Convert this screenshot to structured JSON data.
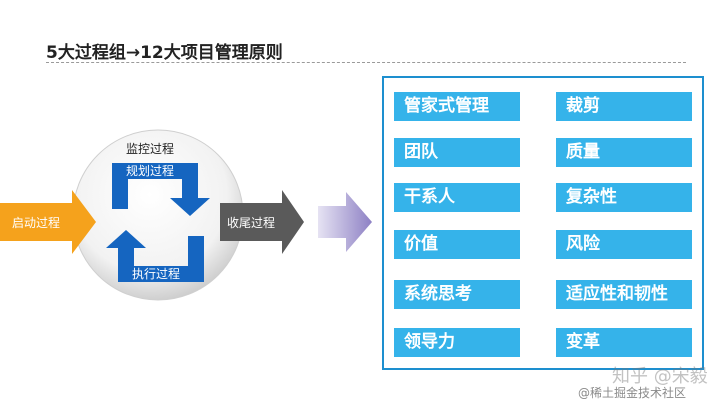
{
  "title": "5大过程组→12大项目管理原则",
  "process": {
    "initiating": "启动过程",
    "monitoring": "监控过程",
    "planning": "规划过程",
    "executing": "执行过程",
    "closing": "收尾过程"
  },
  "principles_left": [
    "管家式管理",
    "团队",
    "干系人",
    "价值",
    "系统思考",
    "领导力"
  ],
  "principles_right": [
    "裁剪",
    "质量",
    "复杂性",
    "风险",
    "适应性和韧性",
    "变革"
  ],
  "watermarks": [
    "知乎 @宋毅",
    "@稀土掘金技术社区"
  ],
  "colors": {
    "cycle_blue": "#1565c0",
    "initiating_orange": "#f5a21c",
    "closing_gray": "#5a5a5a",
    "tag_blue": "#35b3ea",
    "frame_blue": "#1d8fcf"
  }
}
